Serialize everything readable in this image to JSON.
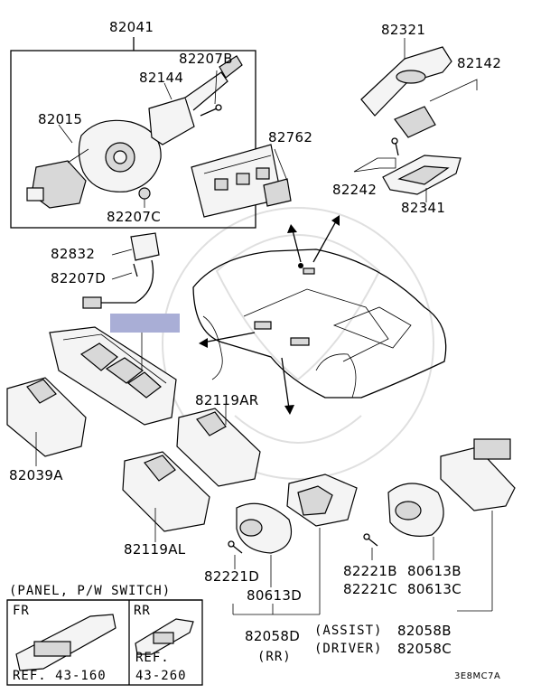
{
  "labels": {
    "l82041": "82041",
    "l82207b": "82207B",
    "l82144": "82144",
    "l82015": "82015",
    "l82207c": "82207C",
    "l82762": "82762",
    "l82321": "82321",
    "l82142": "82142",
    "l82242": "82242",
    "l82341": "82341",
    "l82832": "82832",
    "l82207d": "82207D",
    "l82119ar": "82119AR",
    "l82039a": "82039A",
    "l82119al": "82119AL",
    "l82221d": "82221D",
    "l80613d": "80613D",
    "l82058d": "82058D",
    "lrr": "(RR)",
    "l82221b": "82221B",
    "l80613b": "80613B",
    "l82221c": "82221C",
    "l80613c": "80613C",
    "lassist": "(ASSIST)",
    "l82058b": "82058B",
    "ldriver": "(DRIVER)",
    "l82058c": "82058C"
  },
  "inset": {
    "title": "(PANEL, P/W SWITCH)",
    "fr": "FR",
    "rr": "RR",
    "ref_fr": "REF. 43-160",
    "ref_rr_1": "REF.",
    "ref_rr_2": "43-260"
  },
  "drawing_code": "3E8MC7A",
  "colors": {
    "highlight": "#a9aed6",
    "ink": "#000000"
  }
}
